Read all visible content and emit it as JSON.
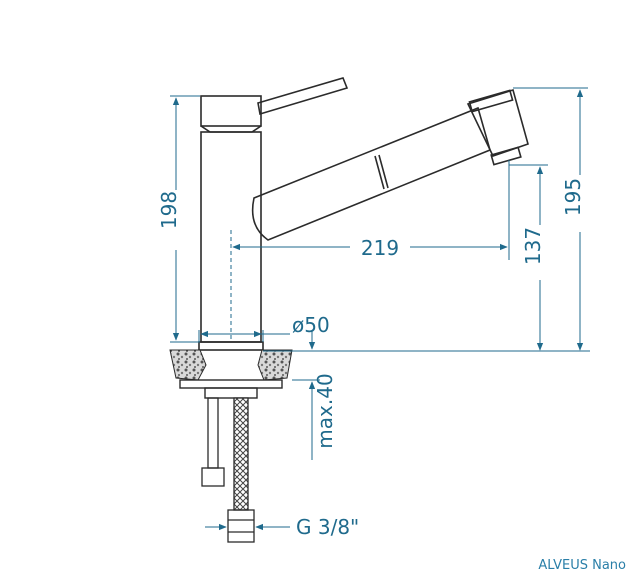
{
  "drawing": {
    "dimensions": {
      "height_total": "198",
      "reach": "219",
      "spout_height": "137",
      "spout_top_height": "195",
      "base_diameter": "ø50",
      "max_thickness": "max.40",
      "connection": "G 3/8\""
    },
    "colors": {
      "outline": "#2b2b2b",
      "dimension": "#1f6a8c",
      "brand": "#2a7fa8"
    }
  },
  "brand": {
    "label": "ALVEUS Nano"
  }
}
